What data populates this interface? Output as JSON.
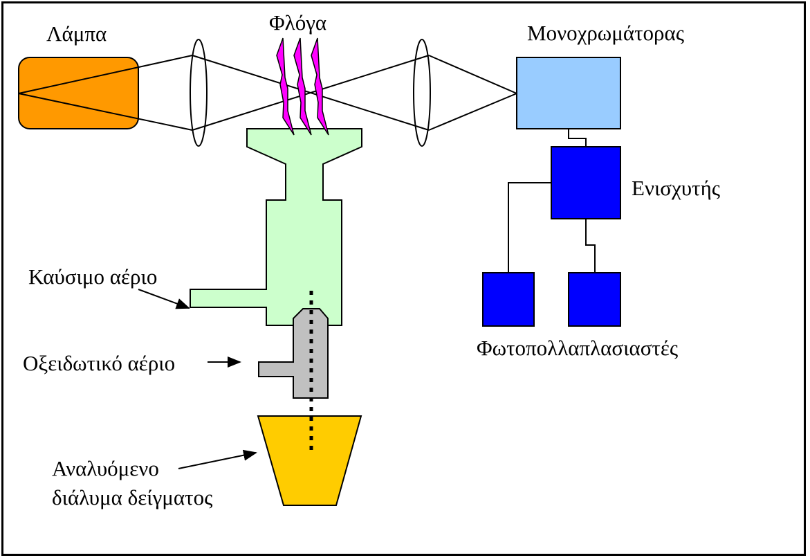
{
  "diagram": {
    "title": "Flame atomic absorption spectrometer schematic",
    "labels": {
      "lamp": "Λάμπα",
      "flame": "Φλόγα",
      "monochromator": "Μονοχρωμάτορας",
      "amplifier": "Ενισχυτής",
      "photomultipliers": "Φωτοπολλαπλασιαστές",
      "fuel_gas": "Καύσιμο αέριο",
      "oxidant_gas": "Οξειδωτικό αέριο",
      "sample_line1": "Αναλυόμενο",
      "sample_line2": "διάλυμα δείγματος"
    },
    "colors": {
      "lamp": "#FF9900",
      "flame": "#FF00FF",
      "burner": "#CCFFCC",
      "nebulizer": "#C0C0C0",
      "sample": "#FFCC00",
      "monochromator": "#99CCFF",
      "detector": "#0000FF",
      "outline": "#000000"
    }
  }
}
